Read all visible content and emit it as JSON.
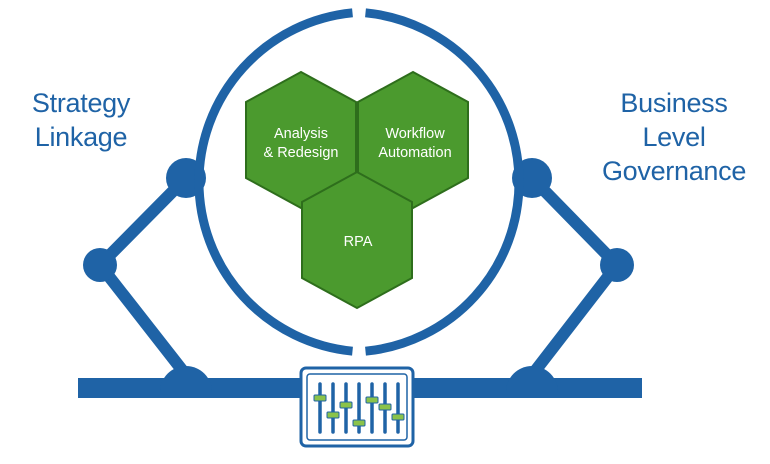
{
  "left_label": [
    "Strategy",
    "Linkage"
  ],
  "right_label": [
    "Business",
    "Level",
    "Governance"
  ],
  "hexagons": [
    {
      "lines": [
        "Analysis",
        "& Redesign"
      ]
    },
    {
      "lines": [
        "Workflow",
        "Automation"
      ]
    },
    {
      "lines": [
        "RPA"
      ]
    }
  ],
  "colors": {
    "blue": "#1f63a6",
    "green": "#4b9a2e",
    "hex_border": "#2e6e1c",
    "slider_knob": "#8bc34a",
    "text_on_green": "#ffffff"
  },
  "icons": {
    "center_badge": "mixer-sliders-icon"
  }
}
